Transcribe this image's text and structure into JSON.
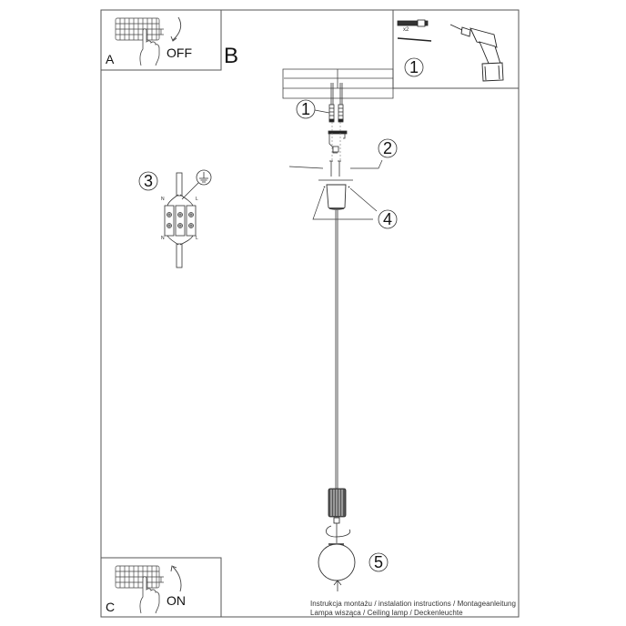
{
  "sheet": {
    "title": "Instrukcja montażu / instalation instructions / Montageanleitung",
    "subtitle": "Lampa wisząca / Ceiling lamp / Deckenleuchte"
  },
  "panels": {
    "a": {
      "letter": "A",
      "label": "OFF",
      "icon": "breaker-switch-off"
    },
    "b": {
      "letter": "B"
    },
    "c": {
      "letter": "C",
      "label": "ON",
      "icon": "breaker-switch-on"
    }
  },
  "tools": {
    "callout": "1",
    "quantity": "x2",
    "items": [
      "wall-plug-icon",
      "screw-icon",
      "cordless-drill-icon"
    ]
  },
  "callouts": [
    {
      "id": "1",
      "part": "wall plugs and screws"
    },
    {
      "id": "2",
      "part": "mounting bracket screws"
    },
    {
      "id": "3",
      "part": "terminal block wiring"
    },
    {
      "id": "4",
      "part": "canopy fixing"
    },
    {
      "id": "5",
      "part": "glass globe shade"
    }
  ],
  "wiring": {
    "labels_top": [
      "N",
      "L"
    ],
    "labels_bottom": [
      "N",
      "L"
    ],
    "ground_symbol": "ground-icon"
  },
  "colors": {
    "line": "#333333",
    "frame": "#555555",
    "background": "#ffffff"
  }
}
